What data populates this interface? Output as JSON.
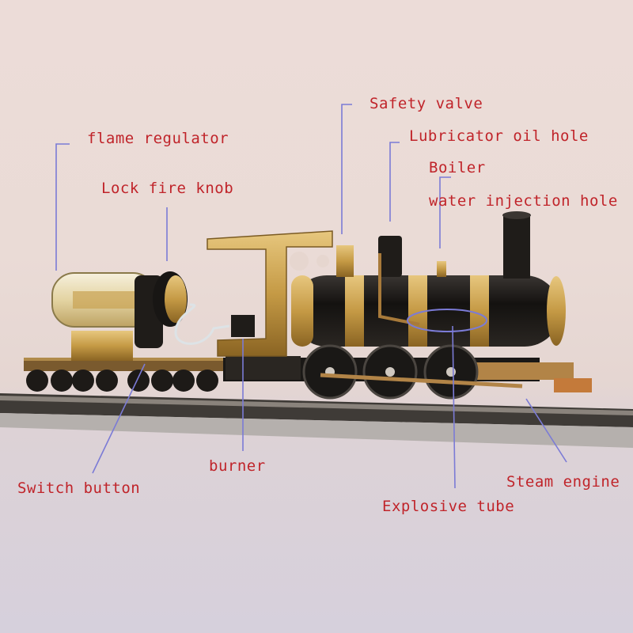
{
  "labels": {
    "safety_valve": "Safety valve",
    "flame_regulator": "flame regulator",
    "lubricator_oil_hole": "Lubricator oil hole",
    "boiler": "Boiler",
    "water_injection_hole": "water injection hole",
    "lock_fire_knob": "Lock fire knob",
    "burner": "burner",
    "switch_button": "Switch button",
    "steam_engine": "Steam engine",
    "explosive_tube": "Explosive tube"
  },
  "colors": {
    "label_text": "#c0242a",
    "leader_line": "#7b7bd6",
    "brass": "#c9a352",
    "boiler_black": "#1c1a18"
  }
}
